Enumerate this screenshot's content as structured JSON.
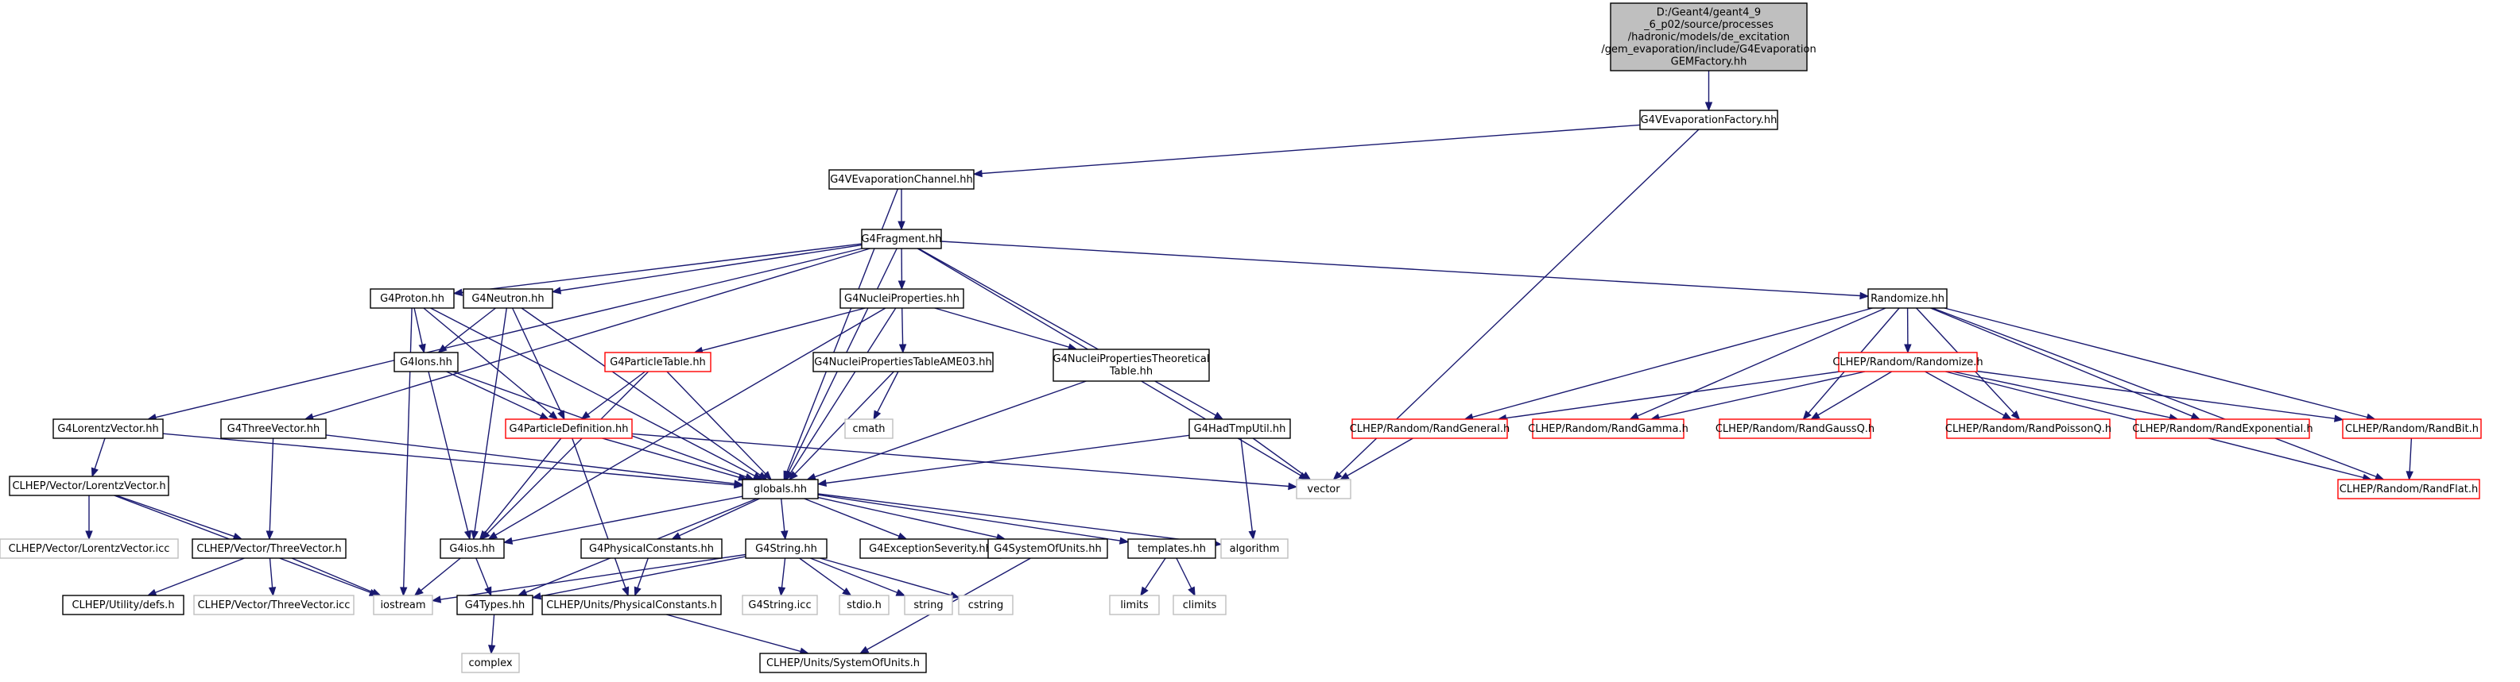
{
  "colors": {
    "edge": "#191970",
    "border_black": "#000000",
    "border_red": "#ff0000",
    "border_gray": "#bfbfbf",
    "fill_root": "#bfbfbf",
    "fill_default": "#ffffff",
    "text": "#000000"
  },
  "graph": {
    "nodes": [
      {
        "id": "root",
        "style": "root",
        "lines": [
          "D:/Geant4/geant4_9",
          "_6_p02/source/processes",
          "/hadronic/models/de_excitation",
          "/gem_evaporation/include/G4Evaporation",
          "GEMFactory.hh"
        ]
      },
      {
        "id": "G4VEvaporationFactory",
        "style": "black",
        "lines": [
          "G4VEvaporationFactory.hh"
        ]
      },
      {
        "id": "G4VEvaporationChannel",
        "style": "black",
        "lines": [
          "G4VEvaporationChannel.hh"
        ]
      },
      {
        "id": "G4Fragment",
        "style": "black",
        "lines": [
          "G4Fragment.hh"
        ]
      },
      {
        "id": "G4Proton",
        "style": "black",
        "lines": [
          "G4Proton.hh"
        ]
      },
      {
        "id": "G4Neutron",
        "style": "black",
        "lines": [
          "G4Neutron.hh"
        ]
      },
      {
        "id": "G4NucleiProperties",
        "style": "black",
        "lines": [
          "G4NucleiProperties.hh"
        ]
      },
      {
        "id": "Randomize",
        "style": "black",
        "lines": [
          "Randomize.hh"
        ]
      },
      {
        "id": "G4ParticleTable",
        "style": "red",
        "lines": [
          "G4ParticleTable.hh"
        ]
      },
      {
        "id": "G4Ions",
        "style": "black",
        "lines": [
          "G4Ions.hh"
        ]
      },
      {
        "id": "G4NucleiPropertiesTableAME03",
        "style": "black",
        "lines": [
          "G4NucleiPropertiesTableAME03.hh"
        ]
      },
      {
        "id": "G4NucleiPropertiesTheoreticalTable",
        "style": "black",
        "lines": [
          "G4NucleiPropertiesTheoretical",
          "Table.hh"
        ]
      },
      {
        "id": "CLHEPRandomize",
        "style": "red",
        "lines": [
          "CLHEP/Random/Randomize.h"
        ]
      },
      {
        "id": "G4LorentzVector",
        "style": "black",
        "lines": [
          "G4LorentzVector.hh"
        ]
      },
      {
        "id": "G4ThreeVector",
        "style": "black",
        "lines": [
          "G4ThreeVector.hh"
        ]
      },
      {
        "id": "G4ParticleDefinition",
        "style": "red",
        "lines": [
          "G4ParticleDefinition.hh"
        ]
      },
      {
        "id": "cmath",
        "style": "gray",
        "lines": [
          "cmath"
        ]
      },
      {
        "id": "G4HadTmpUtil",
        "style": "black",
        "lines": [
          "G4HadTmpUtil.hh"
        ]
      },
      {
        "id": "RandGeneral",
        "style": "red",
        "lines": [
          "CLHEP/Random/RandGeneral.h"
        ]
      },
      {
        "id": "RandGamma",
        "style": "red",
        "lines": [
          "CLHEP/Random/RandGamma.h"
        ]
      },
      {
        "id": "RandGaussQ",
        "style": "red",
        "lines": [
          "CLHEP/Random/RandGaussQ.h"
        ]
      },
      {
        "id": "RandPoissonQ",
        "style": "red",
        "lines": [
          "CLHEP/Random/RandPoissonQ.h"
        ]
      },
      {
        "id": "RandExponential",
        "style": "red",
        "lines": [
          "CLHEP/Random/RandExponential.h"
        ]
      },
      {
        "id": "RandBit",
        "style": "red",
        "lines": [
          "CLHEP/Random/RandBit.h"
        ]
      },
      {
        "id": "CLHEPLorentzVector",
        "style": "black",
        "lines": [
          "CLHEP/Vector/LorentzVector.h"
        ]
      },
      {
        "id": "globals",
        "style": "black",
        "lines": [
          "globals.hh"
        ]
      },
      {
        "id": "vector",
        "style": "gray",
        "lines": [
          "vector"
        ]
      },
      {
        "id": "RandFlat",
        "style": "red",
        "lines": [
          "CLHEP/Random/RandFlat.h"
        ]
      },
      {
        "id": "LorentzVectorIcc",
        "style": "gray",
        "lines": [
          "CLHEP/Vector/LorentzVector.icc"
        ]
      },
      {
        "id": "CLHEPThreeVector",
        "style": "black",
        "lines": [
          "CLHEP/Vector/ThreeVector.h"
        ]
      },
      {
        "id": "G4ios",
        "style": "black",
        "lines": [
          "G4ios.hh"
        ]
      },
      {
        "id": "G4PhysicalConstants",
        "style": "black",
        "lines": [
          "G4PhysicalConstants.hh"
        ]
      },
      {
        "id": "G4String",
        "style": "black",
        "lines": [
          "G4String.hh"
        ]
      },
      {
        "id": "G4ExceptionSeverity",
        "style": "black",
        "lines": [
          "G4ExceptionSeverity.hh"
        ]
      },
      {
        "id": "G4SystemOfUnits",
        "style": "black",
        "lines": [
          "G4SystemOfUnits.hh"
        ]
      },
      {
        "id": "templates",
        "style": "black",
        "lines": [
          "templates.hh"
        ]
      },
      {
        "id": "algorithm",
        "style": "gray",
        "lines": [
          "algorithm"
        ]
      },
      {
        "id": "CLHEPUtilityDefs",
        "style": "black",
        "lines": [
          "CLHEP/Utility/defs.h"
        ]
      },
      {
        "id": "ThreeVectorIcc",
        "style": "gray",
        "lines": [
          "CLHEP/Vector/ThreeVector.icc"
        ]
      },
      {
        "id": "iostream",
        "style": "gray",
        "lines": [
          "iostream"
        ]
      },
      {
        "id": "G4Types",
        "style": "black",
        "lines": [
          "G4Types.hh"
        ]
      },
      {
        "id": "CLHEPPhysicalConstants",
        "style": "black",
        "lines": [
          "CLHEP/Units/PhysicalConstants.h"
        ]
      },
      {
        "id": "G4StringIcc",
        "style": "gray",
        "lines": [
          "G4String.icc"
        ]
      },
      {
        "id": "stdio",
        "style": "gray",
        "lines": [
          "stdio.h"
        ]
      },
      {
        "id": "string",
        "style": "gray",
        "lines": [
          "string"
        ]
      },
      {
        "id": "cstring",
        "style": "gray",
        "lines": [
          "cstring"
        ]
      },
      {
        "id": "limits",
        "style": "gray",
        "lines": [
          "limits"
        ]
      },
      {
        "id": "climits",
        "style": "gray",
        "lines": [
          "climits"
        ]
      },
      {
        "id": "complex",
        "style": "gray",
        "lines": [
          "complex"
        ]
      },
      {
        "id": "CLHEPSystemOfUnits",
        "style": "black",
        "lines": [
          "CLHEP/Units/SystemOfUnits.h"
        ]
      }
    ],
    "edges": [
      [
        "root",
        "G4VEvaporationFactory"
      ],
      [
        "G4VEvaporationFactory",
        "G4VEvaporationChannel"
      ],
      [
        "G4VEvaporationFactory",
        "vector"
      ],
      [
        "G4VEvaporationChannel",
        "G4Fragment"
      ],
      [
        "G4VEvaporationChannel",
        "globals"
      ],
      [
        "G4Fragment",
        "G4Proton"
      ],
      [
        "G4Fragment",
        "G4Neutron"
      ],
      [
        "G4Fragment",
        "G4NucleiProperties"
      ],
      [
        "G4Fragment",
        "Randomize"
      ],
      [
        "G4Fragment",
        "G4LorentzVector"
      ],
      [
        "G4Fragment",
        "G4ThreeVector"
      ],
      [
        "G4Fragment",
        "G4HadTmpUtil"
      ],
      [
        "G4Fragment",
        "globals"
      ],
      [
        "G4Fragment",
        "vector"
      ],
      [
        "G4Proton",
        "G4Ions"
      ],
      [
        "G4Proton",
        "G4ParticleDefinition"
      ],
      [
        "G4Proton",
        "globals"
      ],
      [
        "G4Proton",
        "iostream"
      ],
      [
        "G4Neutron",
        "G4Ions"
      ],
      [
        "G4Neutron",
        "G4ParticleDefinition"
      ],
      [
        "G4Neutron",
        "globals"
      ],
      [
        "G4Neutron",
        "G4ios"
      ],
      [
        "G4NucleiProperties",
        "G4ParticleTable"
      ],
      [
        "G4NucleiProperties",
        "G4NucleiPropertiesTableAME03"
      ],
      [
        "G4NucleiProperties",
        "G4NucleiPropertiesTheoreticalTable"
      ],
      [
        "G4NucleiProperties",
        "globals"
      ],
      [
        "G4NucleiProperties",
        "G4ios"
      ],
      [
        "G4ParticleTable",
        "G4ParticleDefinition"
      ],
      [
        "G4ParticleTable",
        "globals"
      ],
      [
        "G4ParticleTable",
        "G4ios"
      ],
      [
        "G4Ions",
        "G4ParticleDefinition"
      ],
      [
        "G4Ions",
        "globals"
      ],
      [
        "G4Ions",
        "G4ios"
      ],
      [
        "G4NucleiPropertiesTableAME03",
        "cmath"
      ],
      [
        "G4NucleiPropertiesTableAME03",
        "globals"
      ],
      [
        "G4NucleiPropertiesTheoreticalTable",
        "globals"
      ],
      [
        "Randomize",
        "CLHEPRandomize"
      ],
      [
        "Randomize",
        "RandGeneral"
      ],
      [
        "Randomize",
        "RandGamma"
      ],
      [
        "Randomize",
        "RandGaussQ"
      ],
      [
        "Randomize",
        "RandPoissonQ"
      ],
      [
        "Randomize",
        "RandExponential"
      ],
      [
        "Randomize",
        "RandBit"
      ],
      [
        "Randomize",
        "RandFlat"
      ],
      [
        "CLHEPRandomize",
        "RandGeneral"
      ],
      [
        "CLHEPRandomize",
        "RandGamma"
      ],
      [
        "CLHEPRandomize",
        "RandGaussQ"
      ],
      [
        "CLHEPRandomize",
        "RandPoissonQ"
      ],
      [
        "CLHEPRandomize",
        "RandExponential"
      ],
      [
        "CLHEPRandomize",
        "RandBit"
      ],
      [
        "CLHEPRandomize",
        "RandFlat"
      ],
      [
        "RandGeneral",
        "vector"
      ],
      [
        "RandBit",
        "RandFlat"
      ],
      [
        "G4LorentzVector",
        "CLHEPLorentzVector"
      ],
      [
        "G4LorentzVector",
        "globals"
      ],
      [
        "G4ThreeVector",
        "CLHEPThreeVector"
      ],
      [
        "G4ThreeVector",
        "globals"
      ],
      [
        "G4ParticleDefinition",
        "globals"
      ],
      [
        "G4ParticleDefinition",
        "G4ios"
      ],
      [
        "G4ParticleDefinition",
        "CLHEPPhysicalConstants"
      ],
      [
        "G4ParticleDefinition",
        "vector"
      ],
      [
        "G4HadTmpUtil",
        "globals"
      ],
      [
        "G4HadTmpUtil",
        "vector"
      ],
      [
        "G4HadTmpUtil",
        "algorithm"
      ],
      [
        "CLHEPLorentzVector",
        "LorentzVectorIcc"
      ],
      [
        "CLHEPLorentzVector",
        "CLHEPThreeVector"
      ],
      [
        "CLHEPLorentzVector",
        "iostream"
      ],
      [
        "CLHEPThreeVector",
        "CLHEPUtilityDefs"
      ],
      [
        "CLHEPThreeVector",
        "ThreeVectorIcc"
      ],
      [
        "CLHEPThreeVector",
        "iostream"
      ],
      [
        "globals",
        "G4ios"
      ],
      [
        "globals",
        "G4PhysicalConstants"
      ],
      [
        "globals",
        "G4String"
      ],
      [
        "globals",
        "G4ExceptionSeverity"
      ],
      [
        "globals",
        "G4SystemOfUnits"
      ],
      [
        "globals",
        "templates"
      ],
      [
        "globals",
        "algorithm"
      ],
      [
        "globals",
        "G4Types"
      ],
      [
        "G4ios",
        "iostream"
      ],
      [
        "G4ios",
        "G4Types"
      ],
      [
        "G4PhysicalConstants",
        "CLHEPPhysicalConstants"
      ],
      [
        "G4String",
        "G4Types"
      ],
      [
        "G4String",
        "iostream"
      ],
      [
        "G4String",
        "G4StringIcc"
      ],
      [
        "G4String",
        "stdio"
      ],
      [
        "G4String",
        "string"
      ],
      [
        "G4String",
        "cstring"
      ],
      [
        "G4SystemOfUnits",
        "CLHEPSystemOfUnits"
      ],
      [
        "templates",
        "limits"
      ],
      [
        "templates",
        "climits"
      ],
      [
        "G4Types",
        "complex"
      ],
      [
        "CLHEPPhysicalConstants",
        "CLHEPSystemOfUnits"
      ]
    ]
  }
}
